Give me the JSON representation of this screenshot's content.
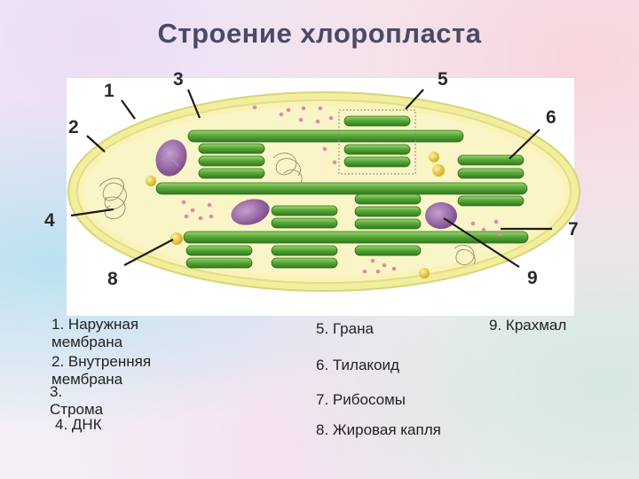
{
  "title": "Строение хлоропласта",
  "callouts": [
    "1",
    "2",
    "3",
    "4",
    "5",
    "6",
    "7",
    "8",
    "9"
  ],
  "legend": [
    {
      "num": "1.",
      "text": "Наружная мембрана"
    },
    {
      "num": "2.",
      "text": "Внутренняя мембрана"
    },
    {
      "num": "3.",
      "text": "Строма"
    },
    {
      "num": "4.",
      "text": "ДНК"
    },
    {
      "num": "5.",
      "text": "Грана"
    },
    {
      "num": "6.",
      "text": "Тилакоид"
    },
    {
      "num": "7.",
      "text": "Рибосомы"
    },
    {
      "num": "8.",
      "text": "Жировая капля"
    },
    {
      "num": "9.",
      "text": "Крахмал"
    }
  ],
  "colors": {
    "title": "#4a4a68",
    "stroma": "#f7f0a6",
    "membrane": "#e8e58a",
    "thylakoid": "#5aa83a",
    "starch": "#8a5a9a",
    "lipid": "#e0b820",
    "ribosome": "#e090a8"
  }
}
